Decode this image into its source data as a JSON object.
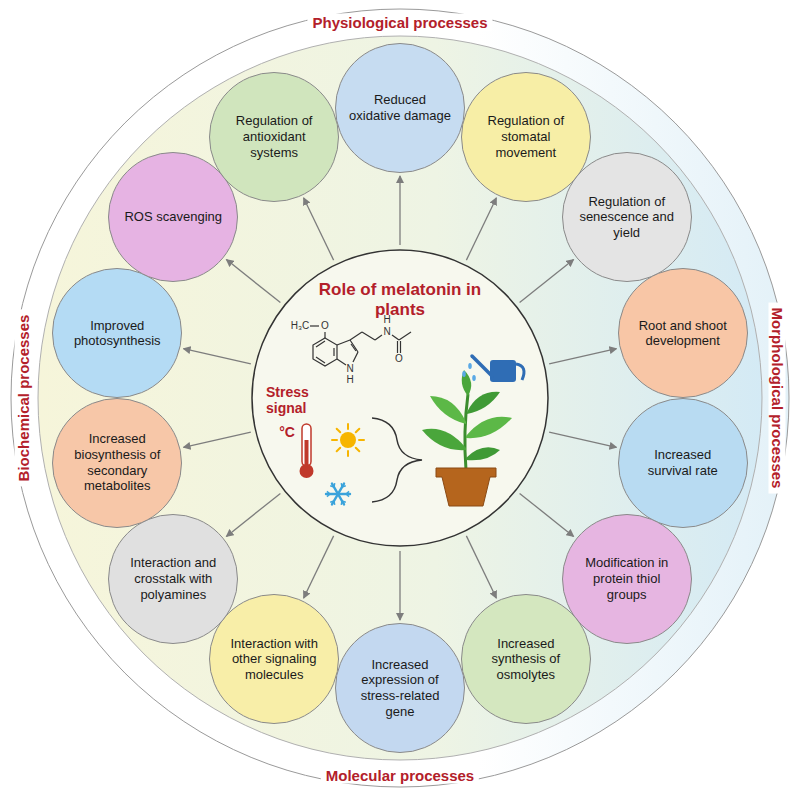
{
  "diagram": {
    "nodes": [
      {
        "text": [
          "Role of melatonin in plants",
          "Stress signal"
        ]
      },
      {
        "text": [
          "Reduced oxidative damage"
        ]
      },
      {
        "text": [
          "Regulation of stomatal movement"
        ]
      },
      {
        "text": [
          "Regulation of senescence and yield"
        ]
      },
      {
        "text": [
          "Root and shoot development"
        ]
      },
      {
        "text": [
          "Increased survival rate"
        ]
      },
      {
        "text": [
          "Modification in protein thiol groups"
        ]
      },
      {
        "text": [
          "Increased synthesis of osmolytes"
        ]
      },
      {
        "text": [
          "Increased expression of stress-related gene"
        ]
      },
      {
        "text": [
          "Interaction with other signaling molecules"
        ]
      },
      {
        "text": [
          "Interaction and crosstalk with polyamines"
        ]
      },
      {
        "text": [
          "Increased biosynthesis of secondary metabolites"
        ]
      },
      {
        "text": [
          "Improved photosynthesis"
        ]
      },
      {
        "text": [
          "ROS scavenging"
        ]
      },
      {
        "text": [
          "Regulation of antioxidant systems"
        ]
      }
    ],
    "edges": [
      {
        "from": 0,
        "to": 1,
        "arrow": "to"
      },
      {
        "from": 0,
        "to": 2,
        "arrow": "to"
      },
      {
        "from": 0,
        "to": 3,
        "arrow": "to"
      },
      {
        "from": 0,
        "to": 4,
        "arrow": "to"
      },
      {
        "from": 0,
        "to": 5,
        "arrow": "to"
      },
      {
        "from": 0,
        "to": 6,
        "arrow": "to"
      },
      {
        "from": 0,
        "to": 7,
        "arrow": "to"
      },
      {
        "from": 0,
        "to": 8,
        "arrow": "to"
      },
      {
        "from": 0,
        "to": 9,
        "arrow": "to"
      },
      {
        "from": 0,
        "to": 10,
        "arrow": "to"
      },
      {
        "from": 0,
        "to": 11,
        "arrow": "to"
      },
      {
        "from": 0,
        "to": 12,
        "arrow": "to"
      },
      {
        "from": 0,
        "to": 13,
        "arrow": "to"
      },
      {
        "from": 0,
        "to": 14,
        "arrow": "to"
      }
    ],
    "labels": [
      "Physiological processes",
      "Morphological processes",
      "Molecular processes",
      "Biochemical processes",
      "°C",
      "H₃C",
      "O",
      "N",
      "H",
      "H",
      "N",
      "O"
    ]
  }
}
